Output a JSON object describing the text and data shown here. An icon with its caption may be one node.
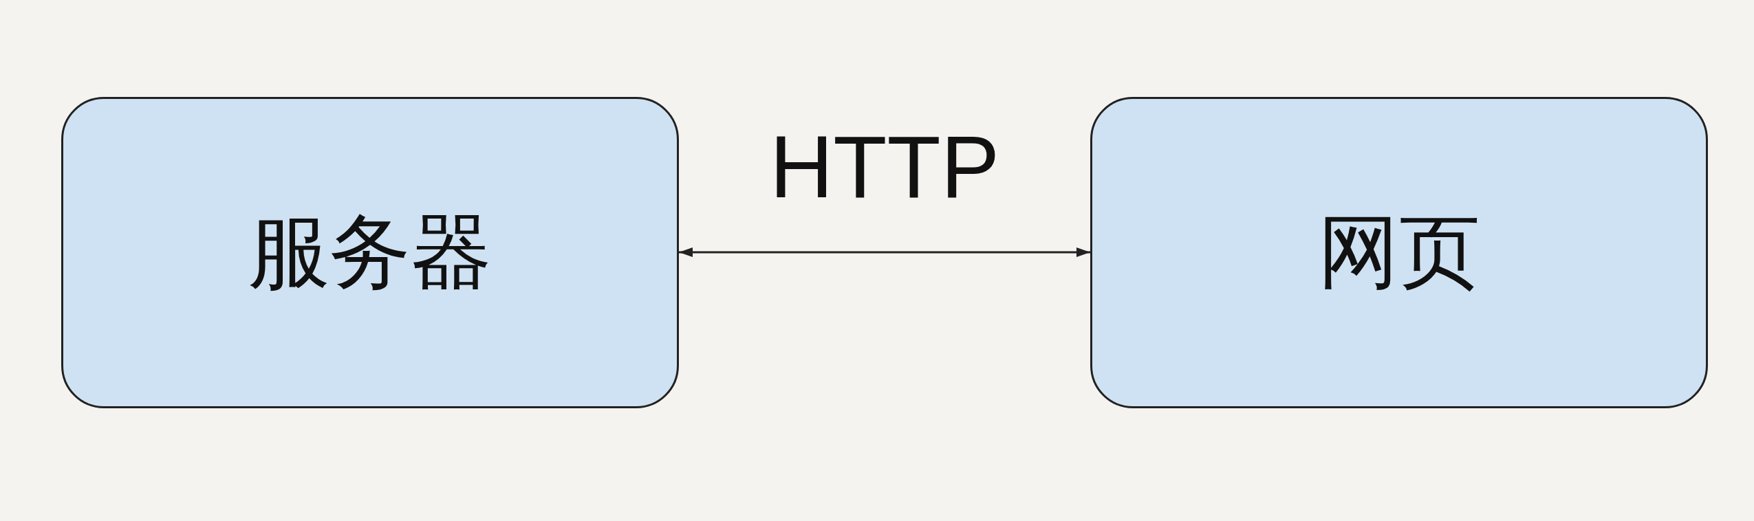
{
  "diagram": {
    "nodes": [
      {
        "text": [
          "服务器"
        ]
      },
      {
        "text": [
          "网页"
        ]
      }
    ],
    "edges": [
      {
        "from": 0,
        "to": 1,
        "arrow": "both",
        "label": "HTTP"
      }
    ]
  }
}
